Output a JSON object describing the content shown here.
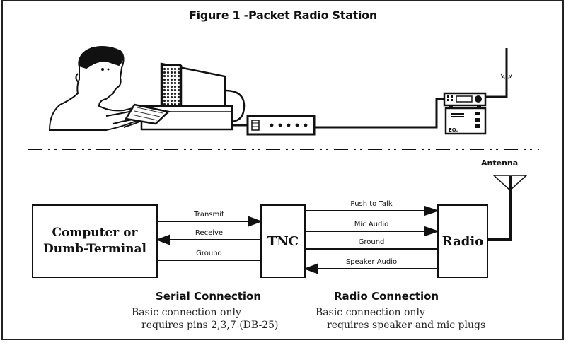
{
  "figure": {
    "title": "Figure 1 -Packet Radio Station"
  },
  "illustration": {
    "operator_icon": "person-typing-icon",
    "computer_icon": "computer-terminal-icon",
    "tnc_icon": "tnc-modem-icon",
    "radio_icon": "radio-transceiver-icon",
    "radio_badge": "EO.",
    "antenna_icon": "antenna-icon"
  },
  "blocks": {
    "computer": {
      "line1": "Computer or",
      "line2": "Dumb-Terminal"
    },
    "tnc": {
      "label": "TNC"
    },
    "radio": {
      "label": "Radio"
    },
    "antenna": {
      "label": "Antenna"
    }
  },
  "serial_signals": [
    {
      "label": "Transmit",
      "direction": "to-tnc"
    },
    {
      "label": "Receive",
      "direction": "to-computer"
    },
    {
      "label": "Ground",
      "direction": "none"
    }
  ],
  "radio_signals": [
    {
      "label": "Push to Talk",
      "direction": "to-radio"
    },
    {
      "label": "Mic Audio",
      "direction": "to-radio"
    },
    {
      "label": "Ground",
      "direction": "none"
    },
    {
      "label": "Speaker Audio",
      "direction": "to-tnc"
    }
  ],
  "captions": {
    "serial": {
      "heading": "Serial Connection",
      "line1": "Basic connection only",
      "line2": "requires pins 2,3,7 (DB-25)"
    },
    "radio": {
      "heading": "Radio Connection",
      "line1": "Basic connection only",
      "line2": "requires speaker and mic plugs"
    }
  }
}
